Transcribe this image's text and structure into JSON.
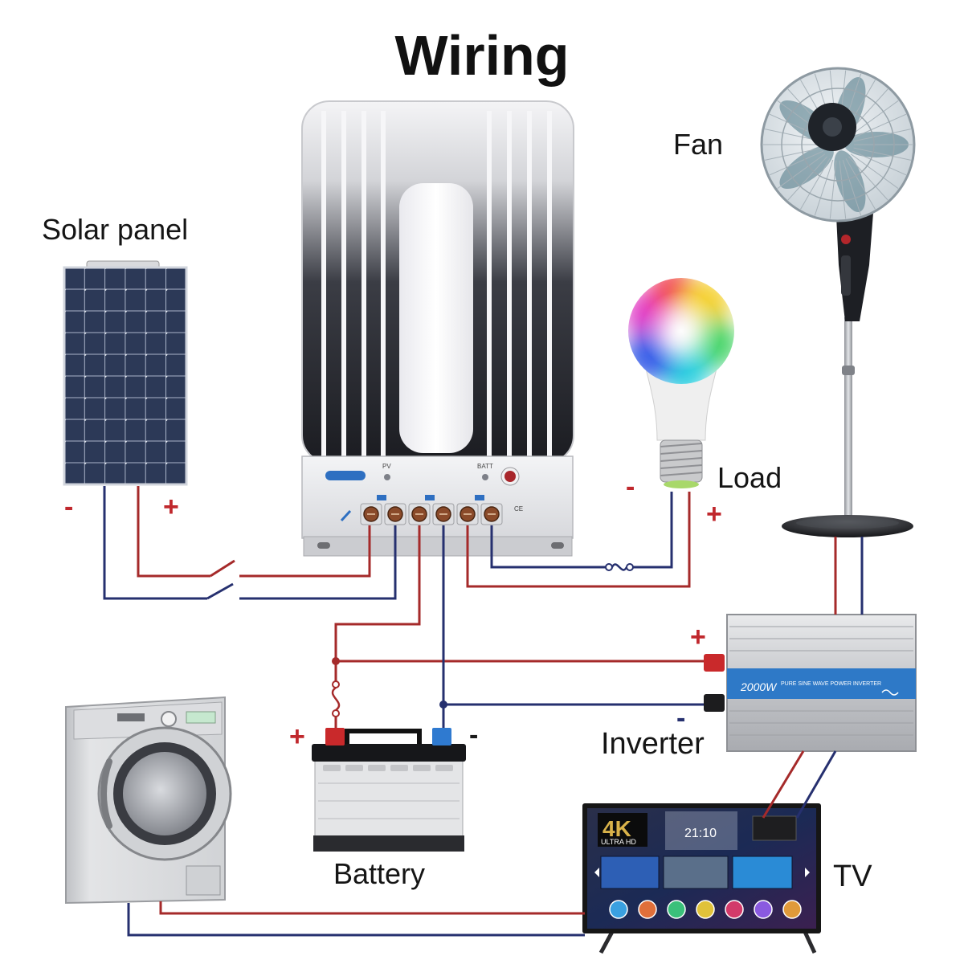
{
  "title": "Wiring",
  "labels": {
    "solar_panel": "Solar panel",
    "fan": "Fan",
    "load": "Load",
    "inverter": "Inverter",
    "battery": "Battery",
    "tv": "TV"
  },
  "signs": {
    "solar_negative": "-",
    "solar_positive": "+",
    "load_negative": "-",
    "load_positive": "+",
    "inverter_positive": "+",
    "inverter_negative": "-",
    "battery_positive": "+",
    "battery_negative": "-"
  },
  "controller": {
    "pv": "PV",
    "batt": "BATT",
    "ce": "CE"
  },
  "inverter": {
    "power": "2000W",
    "model": "PURE SINE WAVE POWER INVERTER"
  },
  "tv_screen": {
    "badge": "4K",
    "badge_sub": "ULTRA HD",
    "clock": "21:10"
  },
  "colors": {
    "wire_positive": "#a52a2a",
    "wire_negative": "#26306f",
    "sign_positive": "#c0282d"
  }
}
